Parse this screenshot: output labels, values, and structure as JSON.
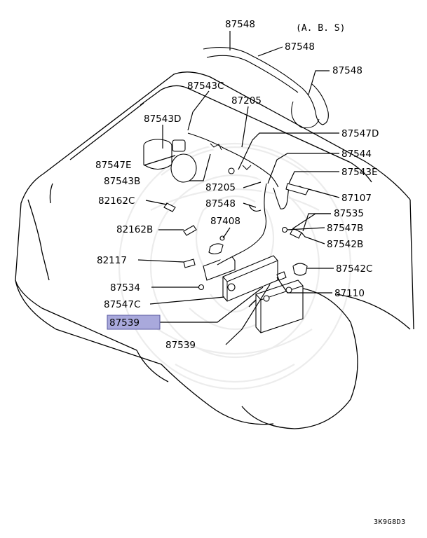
{
  "diagram": {
    "annotation": "(A. B. S)",
    "drawing_code": "3K9G8D3",
    "highlight_color": "#a9a9dc",
    "labels": [
      {
        "id": "87548-top",
        "text": "87548"
      },
      {
        "id": "87548-right",
        "text": "87548"
      },
      {
        "id": "87548-far",
        "text": "87548"
      },
      {
        "id": "87543c",
        "text": "87543C"
      },
      {
        "id": "87205-upper",
        "text": "87205"
      },
      {
        "id": "87543d",
        "text": "87543D"
      },
      {
        "id": "87547d",
        "text": "87547D"
      },
      {
        "id": "87547e",
        "text": "87547E"
      },
      {
        "id": "87544",
        "text": "87544"
      },
      {
        "id": "87543b",
        "text": "87543B"
      },
      {
        "id": "87543e",
        "text": "87543E"
      },
      {
        "id": "87205-lower",
        "text": "87205"
      },
      {
        "id": "87107",
        "text": "87107"
      },
      {
        "id": "82162c",
        "text": "82162C"
      },
      {
        "id": "87548-mid",
        "text": "87548"
      },
      {
        "id": "87535",
        "text": "87535"
      },
      {
        "id": "87408",
        "text": "87408"
      },
      {
        "id": "82162b",
        "text": "82162B"
      },
      {
        "id": "87547b",
        "text": "87547B"
      },
      {
        "id": "87542b",
        "text": "87542B"
      },
      {
        "id": "82117",
        "text": "82117"
      },
      {
        "id": "87542c",
        "text": "87542C"
      },
      {
        "id": "87534",
        "text": "87534"
      },
      {
        "id": "87110",
        "text": "87110"
      },
      {
        "id": "87547c",
        "text": "87547C"
      },
      {
        "id": "87539-selected",
        "text": "87539"
      },
      {
        "id": "87539-lower",
        "text": "87539"
      }
    ]
  }
}
